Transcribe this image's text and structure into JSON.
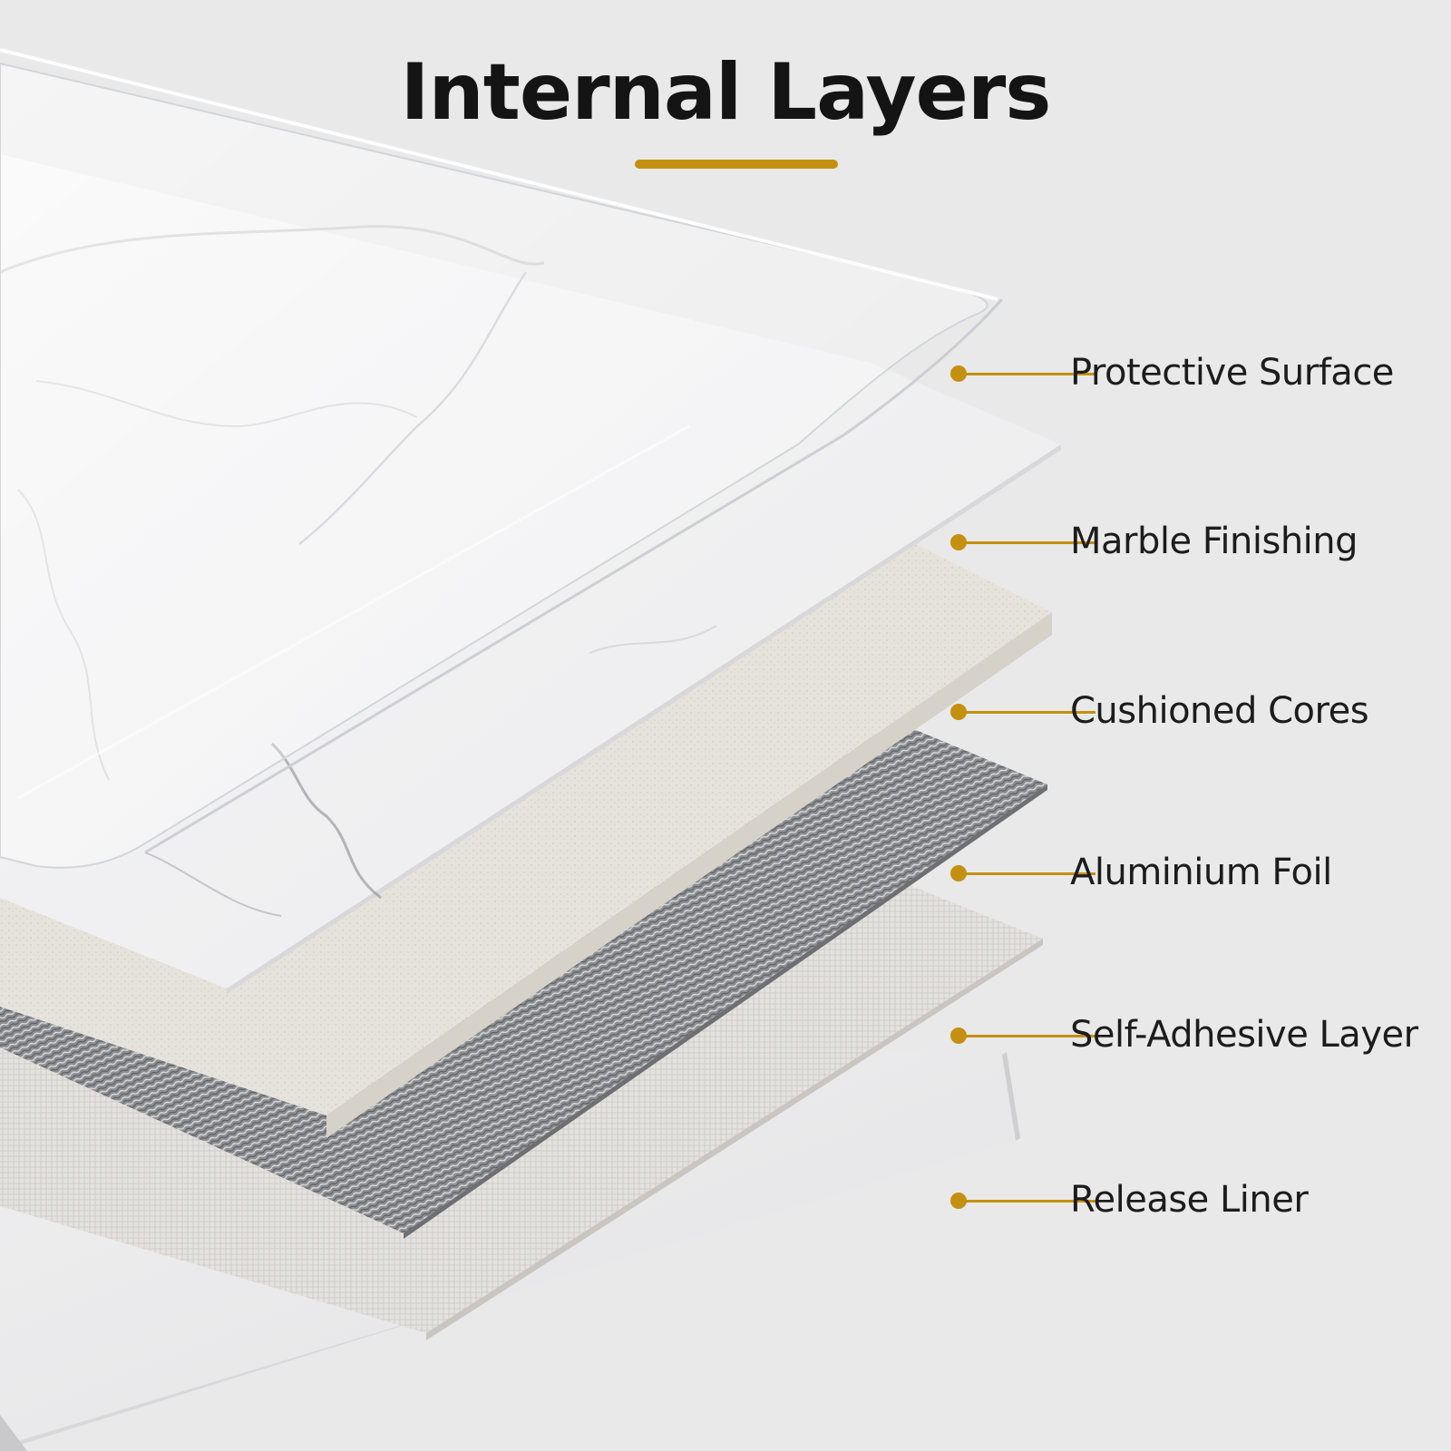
{
  "title": "Internal Layers",
  "colors": {
    "background": "#e9e9ea",
    "accent": "#c4900f",
    "title_text": "#141414",
    "label_text": "#1c1c1c"
  },
  "layers": [
    {
      "label": "Protective Surface"
    },
    {
      "label": "Marble Finishing"
    },
    {
      "label": "Cushioned Cores"
    },
    {
      "label": "Aluminium Foil"
    },
    {
      "label": "Self-Adhesive Layer"
    },
    {
      "label": "Release Liner"
    }
  ]
}
